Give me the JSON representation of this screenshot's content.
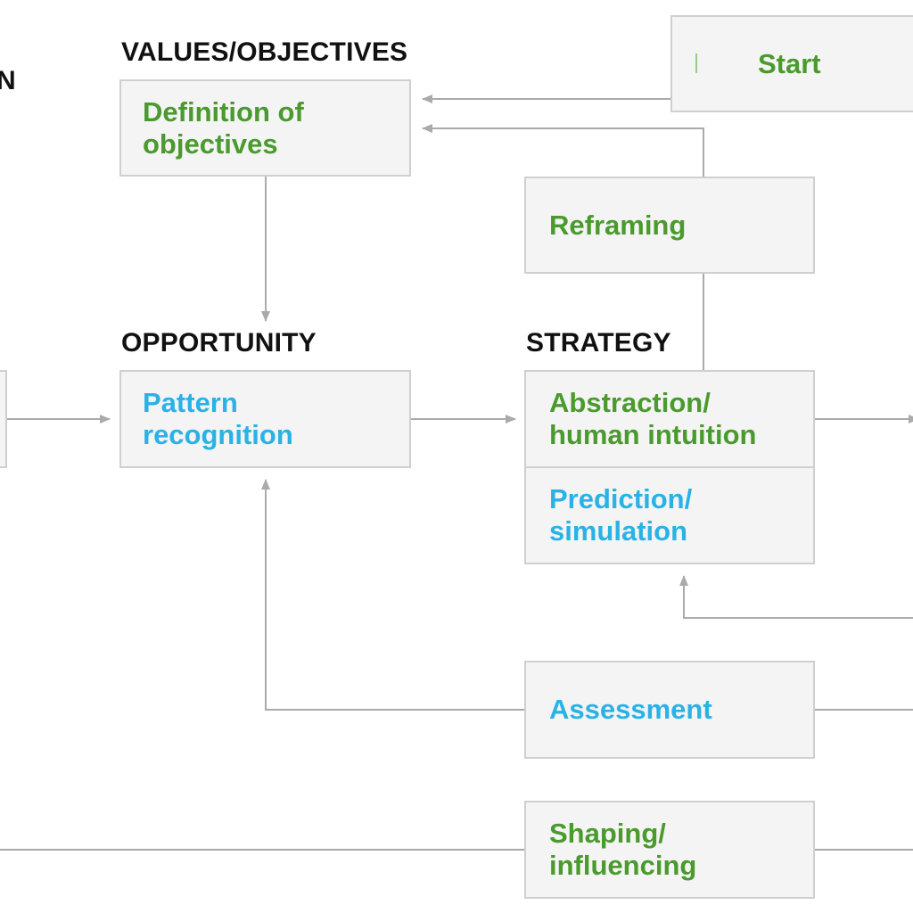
{
  "headings": {
    "left_partial": "N",
    "values_objectives": "VALUES/OBJECTIVES",
    "opportunity": "OPPORTUNITY",
    "strategy": "STRATEGY"
  },
  "boxes": {
    "start": "Start",
    "definition_of_objectives": "Definition of\nobjectives",
    "reframing": "Reframing",
    "pattern_recognition": "Pattern\nrecognition",
    "abstraction_intuition": "Abstraction/\nhuman intuition",
    "prediction_simulation": "Prediction/\nsimulation",
    "assessment": "Assessment",
    "shaping_influencing": "Shaping/\ninfluencing"
  },
  "colors": {
    "green_text": "#4a9a2e",
    "blue_text": "#2ab2e6",
    "box_fill": "#f4f4f4",
    "box_border": "#cfcfcf",
    "connector": "#aaaaaa",
    "heading_text": "#111111"
  }
}
